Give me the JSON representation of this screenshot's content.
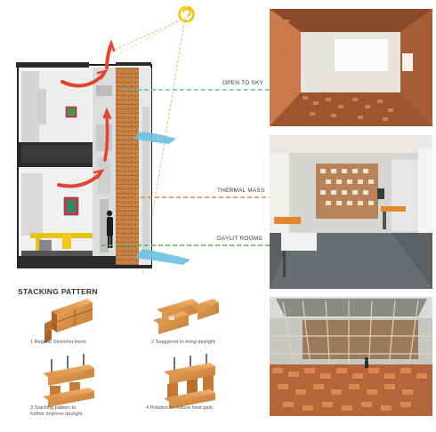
{
  "callouts": {
    "open_to_sky": "OPEN TO SKY",
    "thermal_mass": "THERMAL MASS",
    "daylit_rooms": "DAYLIT ROOMS"
  },
  "stacking": {
    "title": "STACKING  PATTERN",
    "items": [
      {
        "caption": "1 Regular Stretcher bond."
      },
      {
        "caption": "2 Staggered to bring daylight."
      },
      {
        "caption_line1": "3 Stacking pattern to",
        "caption_line2": "further improve daylight."
      },
      {
        "caption": "4 Rotation to reduce heat gain."
      }
    ]
  },
  "colors": {
    "callout_cyan": "#5ab8d8",
    "callout_orange": "#e8862e",
    "callout_green": "#5cb84a",
    "airflow_red": "#e0452f",
    "airflow_blue": "#6cc0e0",
    "sun_yellow": "#f2c200",
    "brick": "#c9803e"
  },
  "icons": {
    "sun": "sun-icon"
  }
}
